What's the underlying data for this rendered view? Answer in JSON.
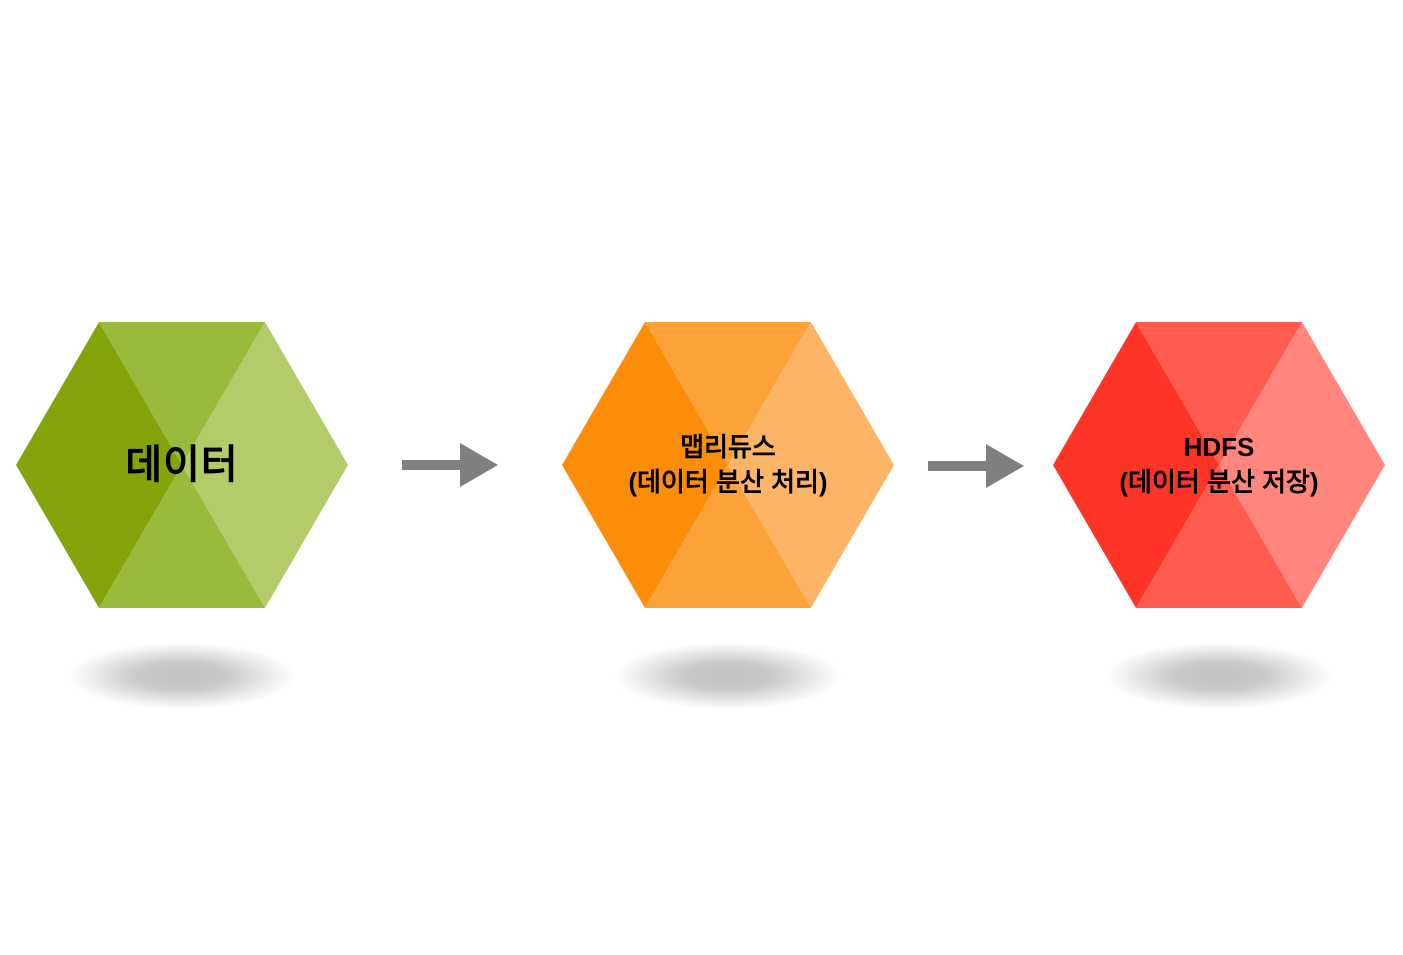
{
  "diagram": {
    "nodes": [
      {
        "label": "데이터",
        "colors": {
          "left": "#85a40c",
          "top": "#99ba3b",
          "right": "#b3cb69",
          "bottom": "#99ba3b"
        }
      },
      {
        "label": "맵리듀스",
        "sublabel": "(데이터 분산 처리)",
        "colors": {
          "left": "#fb8d08",
          "top": "#fda238",
          "right": "#fcb567",
          "bottom": "#fda238"
        }
      },
      {
        "label": "HDFS",
        "sublabel": "(데이터 분산 저장)",
        "colors": {
          "left": "#fe3426",
          "top": "#ff5c4f",
          "right": "#ff857d",
          "bottom": "#ff5c4f"
        }
      }
    ],
    "arrow_color": "#7f7f7f",
    "label_color": "#000000",
    "background_color": "#ffffff"
  }
}
